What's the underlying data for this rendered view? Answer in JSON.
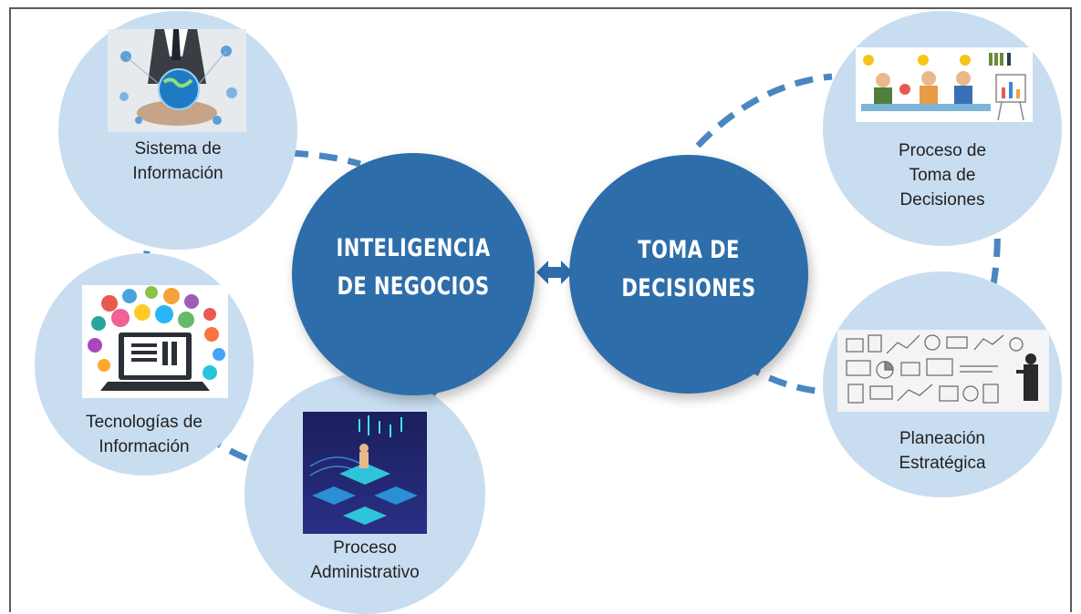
{
  "colors": {
    "main_circle": "#2d6daa",
    "satellite_circle": "#c9ddf1",
    "connector": "#4a86c0",
    "frame": "#5a5a5a"
  },
  "center": {
    "left": {
      "line1": "INTELIGENCIA",
      "line2": "DE NEGOCIOS"
    },
    "right": {
      "line1": "TOMA DE",
      "line2": "DECISIONES"
    }
  },
  "satellites": {
    "sistema": {
      "line1": "Sistema de",
      "line2": "Información",
      "icon": "globe-network-icon"
    },
    "tecnologias": {
      "line1": "Tecnologías de",
      "line2": "Información",
      "icon": "laptop-apps-icon"
    },
    "proceso_adm": {
      "line1": "Proceso",
      "line2": "Administrativo",
      "icon": "data-platform-icon"
    },
    "toma": {
      "line1": "Proceso de",
      "line2": "Toma de",
      "line3": "Decisiones",
      "icon": "meeting-icon"
    },
    "planeacion": {
      "line1": "Planeación",
      "line2": "Estratégica",
      "icon": "strategy-board-icon"
    }
  }
}
